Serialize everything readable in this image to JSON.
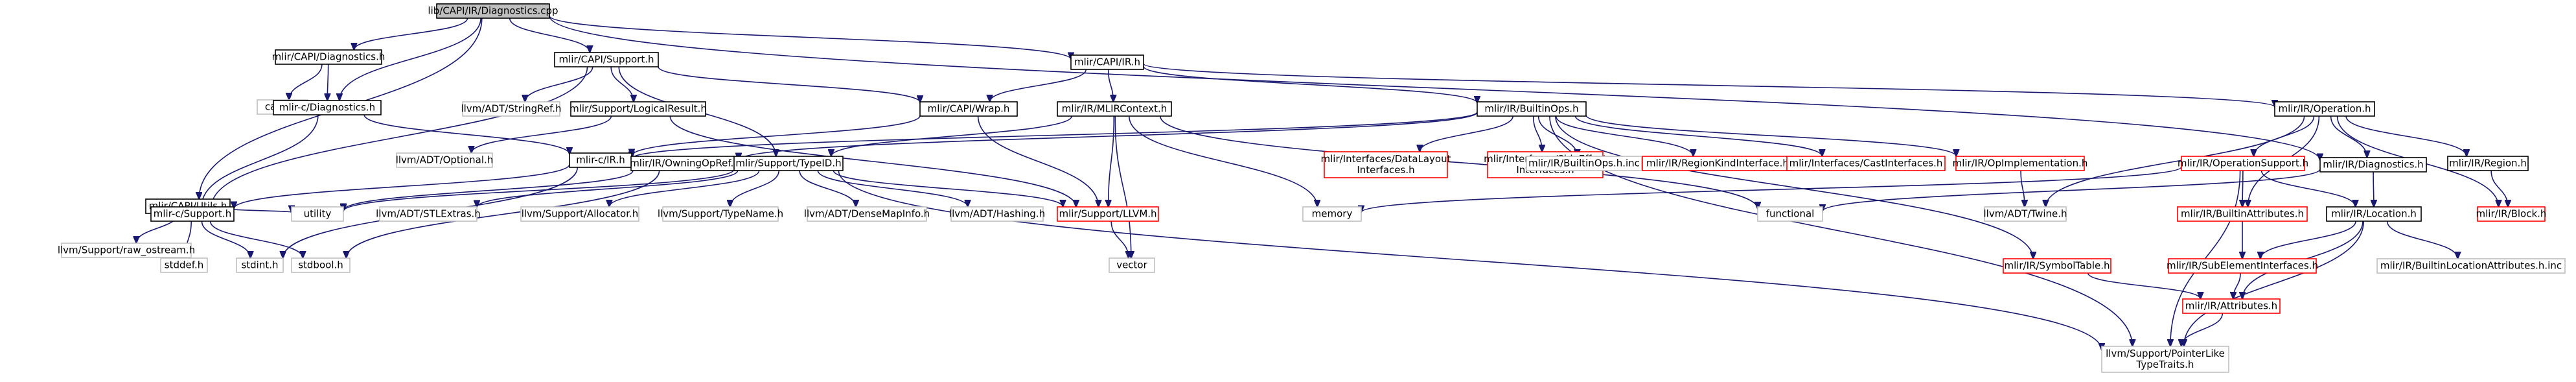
{
  "title": "lib/CAPI/IR/Diagnostics.cpp",
  "colors": {
    "edge": "#191970",
    "root_fill": "#bfbfbf",
    "default_border": "#000000",
    "missing_border": "#bfbfbf",
    "undocumented_border": "#ff0000",
    "text": "#000000"
  },
  "nodes": [
    {
      "id": "root",
      "label": [
        "lib/CAPI/IR/Diagnostics.cpp"
      ],
      "style": "root"
    },
    {
      "id": "capi_diag",
      "label": [
        "mlir/CAPI/Diagnostics.h"
      ],
      "style": "default"
    },
    {
      "id": "capi_support",
      "label": [
        "mlir/CAPI/Support.h"
      ],
      "style": "default"
    },
    {
      "id": "capi_ir",
      "label": [
        "mlir/CAPI/IR.h"
      ],
      "style": "default"
    },
    {
      "id": "capi_utils",
      "label": [
        "mlir/CAPI/Utils.h"
      ],
      "style": "default"
    },
    {
      "id": "cassert",
      "label": [
        "cassert"
      ],
      "style": "missing"
    },
    {
      "id": "c_diag",
      "label": [
        "mlir-c/Diagnostics.h"
      ],
      "style": "default"
    },
    {
      "id": "adt_stringref",
      "label": [
        "llvm/ADT/StringRef.h"
      ],
      "style": "missing"
    },
    {
      "id": "logical_result",
      "label": [
        "mlir/Support/LogicalResult.h"
      ],
      "style": "default"
    },
    {
      "id": "capi_wrap",
      "label": [
        "mlir/CAPI/Wrap.h"
      ],
      "style": "default"
    },
    {
      "id": "mlir_context",
      "label": [
        "mlir/IR/MLIRContext.h"
      ],
      "style": "default"
    },
    {
      "id": "builtin_ops",
      "label": [
        "mlir/IR/BuiltinOps.h"
      ],
      "style": "default"
    },
    {
      "id": "ir_operation",
      "label": [
        "mlir/IR/Operation.h"
      ],
      "style": "default"
    },
    {
      "id": "adt_optional",
      "label": [
        "llvm/ADT/Optional.h"
      ],
      "style": "missing"
    },
    {
      "id": "c_ir",
      "label": [
        "mlir-c/IR.h"
      ],
      "style": "default"
    },
    {
      "id": "owning_op_ref",
      "label": [
        "mlir/IR/OwningOpRef.h"
      ],
      "style": "default"
    },
    {
      "id": "type_id",
      "label": [
        "mlir/Support/TypeID.h"
      ],
      "style": "default"
    },
    {
      "id": "raw_ostream",
      "label": [
        "llvm/Support/raw_ostream.h"
      ],
      "style": "missing"
    },
    {
      "id": "utility",
      "label": [
        "utility"
      ],
      "style": "missing"
    },
    {
      "id": "c_support",
      "label": [
        "mlir-c/Support.h"
      ],
      "style": "default"
    },
    {
      "id": "stl_extras",
      "label": [
        "llvm/ADT/STLExtras.h"
      ],
      "style": "missing"
    },
    {
      "id": "allocator",
      "label": [
        "llvm/Support/Allocator.h"
      ],
      "style": "missing"
    },
    {
      "id": "type_name",
      "label": [
        "llvm/Support/TypeName.h"
      ],
      "style": "missing"
    },
    {
      "id": "dense_map_info",
      "label": [
        "llvm/ADT/DenseMapInfo.h"
      ],
      "style": "missing"
    },
    {
      "id": "hashing",
      "label": [
        "llvm/ADT/Hashing.h"
      ],
      "style": "missing"
    },
    {
      "id": "support_llvm",
      "label": [
        "mlir/Support/LLVM.h"
      ],
      "style": "undocumented"
    },
    {
      "id": "vector",
      "label": [
        "vector"
      ],
      "style": "missing"
    },
    {
      "id": "stddef",
      "label": [
        "stddef.h"
      ],
      "style": "missing"
    },
    {
      "id": "stdint",
      "label": [
        "stdint.h"
      ],
      "style": "missing"
    },
    {
      "id": "stdbool",
      "label": [
        "stdbool.h"
      ],
      "style": "missing"
    },
    {
      "id": "memory",
      "label": [
        "memory"
      ],
      "style": "missing"
    },
    {
      "id": "data_layout",
      "label": [
        "mlir/Interfaces/DataLayout",
        "Interfaces.h"
      ],
      "style": "undocumented"
    },
    {
      "id": "side_effect",
      "label": [
        "mlir/Interfaces/SideEffect",
        "Interfaces.h"
      ],
      "style": "undocumented"
    },
    {
      "id": "builtin_ops_inc",
      "label": [
        "mlir/IR/BuiltinOps.h.inc"
      ],
      "style": "missing"
    },
    {
      "id": "region_kind",
      "label": [
        "mlir/IR/RegionKindInterface.h"
      ],
      "style": "undocumented"
    },
    {
      "id": "cast_interfaces",
      "label": [
        "mlir/Interfaces/CastInterfaces.h"
      ],
      "style": "undocumented"
    },
    {
      "id": "op_impl",
      "label": [
        "mlir/IR/OpImplementation.h"
      ],
      "style": "undocumented"
    },
    {
      "id": "functional",
      "label": [
        "functional"
      ],
      "style": "missing"
    },
    {
      "id": "twine",
      "label": [
        "llvm/ADT/Twine.h"
      ],
      "style": "missing"
    },
    {
      "id": "op_support",
      "label": [
        "mlir/IR/OperationSupport.h"
      ],
      "style": "undocumented"
    },
    {
      "id": "ir_diag",
      "label": [
        "mlir/IR/Diagnostics.h"
      ],
      "style": "default"
    },
    {
      "id": "ir_region",
      "label": [
        "mlir/IR/Region.h"
      ],
      "style": "default"
    },
    {
      "id": "ir_block",
      "label": [
        "mlir/IR/Block.h"
      ],
      "style": "undocumented"
    },
    {
      "id": "builtin_attrs",
      "label": [
        "mlir/IR/BuiltinAttributes.h"
      ],
      "style": "undocumented"
    },
    {
      "id": "ir_location",
      "label": [
        "mlir/IR/Location.h"
      ],
      "style": "default"
    },
    {
      "id": "symbol_table",
      "label": [
        "mlir/IR/SymbolTable.h"
      ],
      "style": "undocumented"
    },
    {
      "id": "sub_element",
      "label": [
        "mlir/IR/SubElementInterfaces.h"
      ],
      "style": "undocumented"
    },
    {
      "id": "builtin_loc_attrs",
      "label": [
        "mlir/IR/BuiltinLocationAttributes.h.inc"
      ],
      "style": "missing"
    },
    {
      "id": "ir_attributes",
      "label": [
        "mlir/IR/Attributes.h"
      ],
      "style": "undocumented"
    },
    {
      "id": "pointer_like",
      "label": [
        "llvm/Support/PointerLike",
        "TypeTraits.h"
      ],
      "style": "missing"
    }
  ],
  "edges": [
    [
      "root",
      "capi_diag"
    ],
    [
      "root",
      "capi_support"
    ],
    [
      "root",
      "capi_ir"
    ],
    [
      "root",
      "capi_utils"
    ],
    [
      "root",
      "c_diag"
    ],
    [
      "root",
      "ir_diag"
    ],
    [
      "capi_diag",
      "cassert"
    ],
    [
      "capi_diag",
      "c_diag"
    ],
    [
      "capi_support",
      "adt_stringref"
    ],
    [
      "capi_support",
      "logical_result"
    ],
    [
      "capi_support",
      "capi_wrap"
    ],
    [
      "capi_support",
      "type_id"
    ],
    [
      "capi_support",
      "c_support"
    ],
    [
      "capi_ir",
      "capi_wrap"
    ],
    [
      "capi_ir",
      "mlir_context"
    ],
    [
      "capi_ir",
      "builtin_ops"
    ],
    [
      "capi_ir",
      "ir_operation"
    ],
    [
      "c_diag",
      "c_ir"
    ],
    [
      "c_diag",
      "c_support"
    ],
    [
      "logical_result",
      "adt_optional"
    ],
    [
      "logical_result",
      "support_llvm"
    ],
    [
      "capi_wrap",
      "c_ir"
    ],
    [
      "capi_wrap",
      "support_llvm"
    ],
    [
      "mlir_context",
      "type_id"
    ],
    [
      "mlir_context",
      "support_llvm"
    ],
    [
      "mlir_context",
      "memory"
    ],
    [
      "mlir_context",
      "vector"
    ],
    [
      "mlir_context",
      "functional"
    ],
    [
      "builtin_ops",
      "c_ir"
    ],
    [
      "builtin_ops",
      "owning_op_ref"
    ],
    [
      "builtin_ops",
      "data_layout"
    ],
    [
      "builtin_ops",
      "side_effect"
    ],
    [
      "builtin_ops",
      "builtin_ops_inc"
    ],
    [
      "builtin_ops",
      "region_kind"
    ],
    [
      "builtin_ops",
      "cast_interfaces"
    ],
    [
      "builtin_ops",
      "op_impl"
    ],
    [
      "builtin_ops",
      "symbol_table"
    ],
    [
      "builtin_ops",
      "pointer_like"
    ],
    [
      "capi_utils",
      "raw_ostream"
    ],
    [
      "capi_utils",
      "utility"
    ],
    [
      "capi_utils",
      "c_support"
    ],
    [
      "c_ir",
      "c_support"
    ],
    [
      "c_ir",
      "stdint"
    ],
    [
      "owning_op_ref",
      "utility"
    ],
    [
      "owning_op_ref",
      "stdbool"
    ],
    [
      "type_id",
      "utility"
    ],
    [
      "type_id",
      "stl_extras"
    ],
    [
      "type_id",
      "allocator"
    ],
    [
      "type_id",
      "type_name"
    ],
    [
      "type_id",
      "dense_map_info"
    ],
    [
      "type_id",
      "hashing"
    ],
    [
      "type_id",
      "support_llvm"
    ],
    [
      "type_id",
      "pointer_like"
    ],
    [
      "c_support",
      "stddef"
    ],
    [
      "c_support",
      "stdint"
    ],
    [
      "c_support",
      "stdbool"
    ],
    [
      "support_llvm",
      "vector"
    ],
    [
      "op_impl",
      "twine"
    ],
    [
      "ir_operation",
      "twine"
    ],
    [
      "ir_operation",
      "op_support"
    ],
    [
      "ir_operation",
      "ir_diag"
    ],
    [
      "ir_operation",
      "ir_region"
    ],
    [
      "ir_operation",
      "ir_block"
    ],
    [
      "ir_operation",
      "builtin_attrs"
    ],
    [
      "op_support",
      "memory"
    ],
    [
      "op_support",
      "builtin_attrs"
    ],
    [
      "op_support",
      "ir_location"
    ],
    [
      "op_support",
      "pointer_like"
    ],
    [
      "ir_diag",
      "functional"
    ],
    [
      "ir_diag",
      "ir_location"
    ],
    [
      "ir_region",
      "ir_block"
    ],
    [
      "builtin_attrs",
      "sub_element"
    ],
    [
      "ir_location",
      "builtin_loc_attrs"
    ],
    [
      "ir_location",
      "sub_element"
    ],
    [
      "ir_location",
      "ir_attributes"
    ],
    [
      "ir_location",
      "pointer_like"
    ],
    [
      "symbol_table",
      "ir_attributes"
    ],
    [
      "sub_element",
      "ir_attributes"
    ],
    [
      "ir_attributes",
      "pointer_like"
    ]
  ]
}
